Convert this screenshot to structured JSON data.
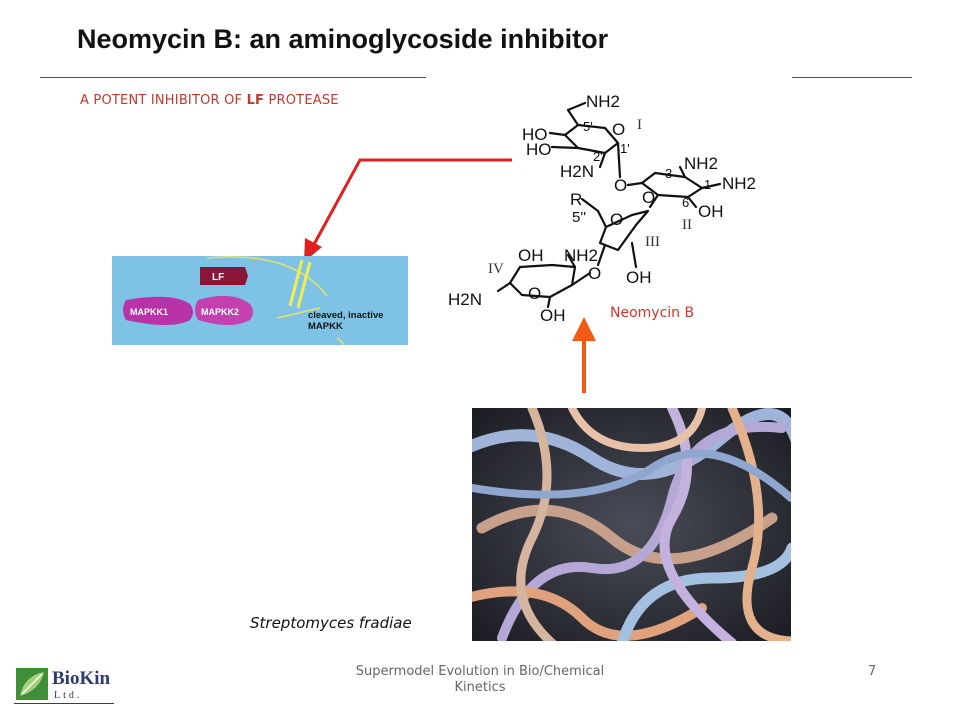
{
  "slide": {
    "title": "Neomycin B: an aminoglycoside inhibitor",
    "subtitle_pre": "A POTENT INHIBITOR OF ",
    "subtitle_bold": "LF",
    "subtitle_post": " PROTEASE",
    "page_number": "7",
    "footer_line1": "Supermodel Evolution in Bio/Chemical",
    "footer_line2": "Kinetics"
  },
  "logo": {
    "name": "BioKin",
    "sub": "Ltd."
  },
  "pathway_figure": {
    "lf_label": "LF",
    "mapkk1_label": "MAPKK1",
    "mapkk2_label": "MAPKK2",
    "cleaved_line1": "cleaved, inactive",
    "cleaved_line2": "MAPKK",
    "background_color": "#7ec3e6"
  },
  "molecule": {
    "name": "Neomycin B",
    "ring_labels": [
      "I",
      "II",
      "III",
      "IV"
    ],
    "atom_labels": {
      "nh2_top": "NH2",
      "ho1": "HO",
      "ho2": "HO",
      "h2n_ring1": "H2N",
      "o_ring1": "O",
      "o_link1": "O",
      "pos5p": "5'",
      "pos2p": "2'",
      "pos1p": "1'",
      "pos3": "3",
      "pos1": "1",
      "pos6": "6",
      "nh2_a": "NH2",
      "nh2_b": "NH2",
      "oh_ring2": "OH",
      "o_link2": "O",
      "r": "R",
      "pos5pp": "5''",
      "o_ring3": "O",
      "oh_ring4": "OH",
      "nh2_ring4": "NH2",
      "o_link3": "O",
      "oh_ring3": "OH",
      "h2n_ring4": "H2N",
      "o_ring4": "O",
      "oh_bottom": "OH"
    }
  },
  "photo": {
    "caption": "Streptomyces fradiae"
  },
  "colors": {
    "title": "#111111",
    "subtitle": "#c0392b",
    "red_arrow": "#e02020",
    "orange_arrow": "#f05a14",
    "molecule_label": "#d9352b"
  }
}
